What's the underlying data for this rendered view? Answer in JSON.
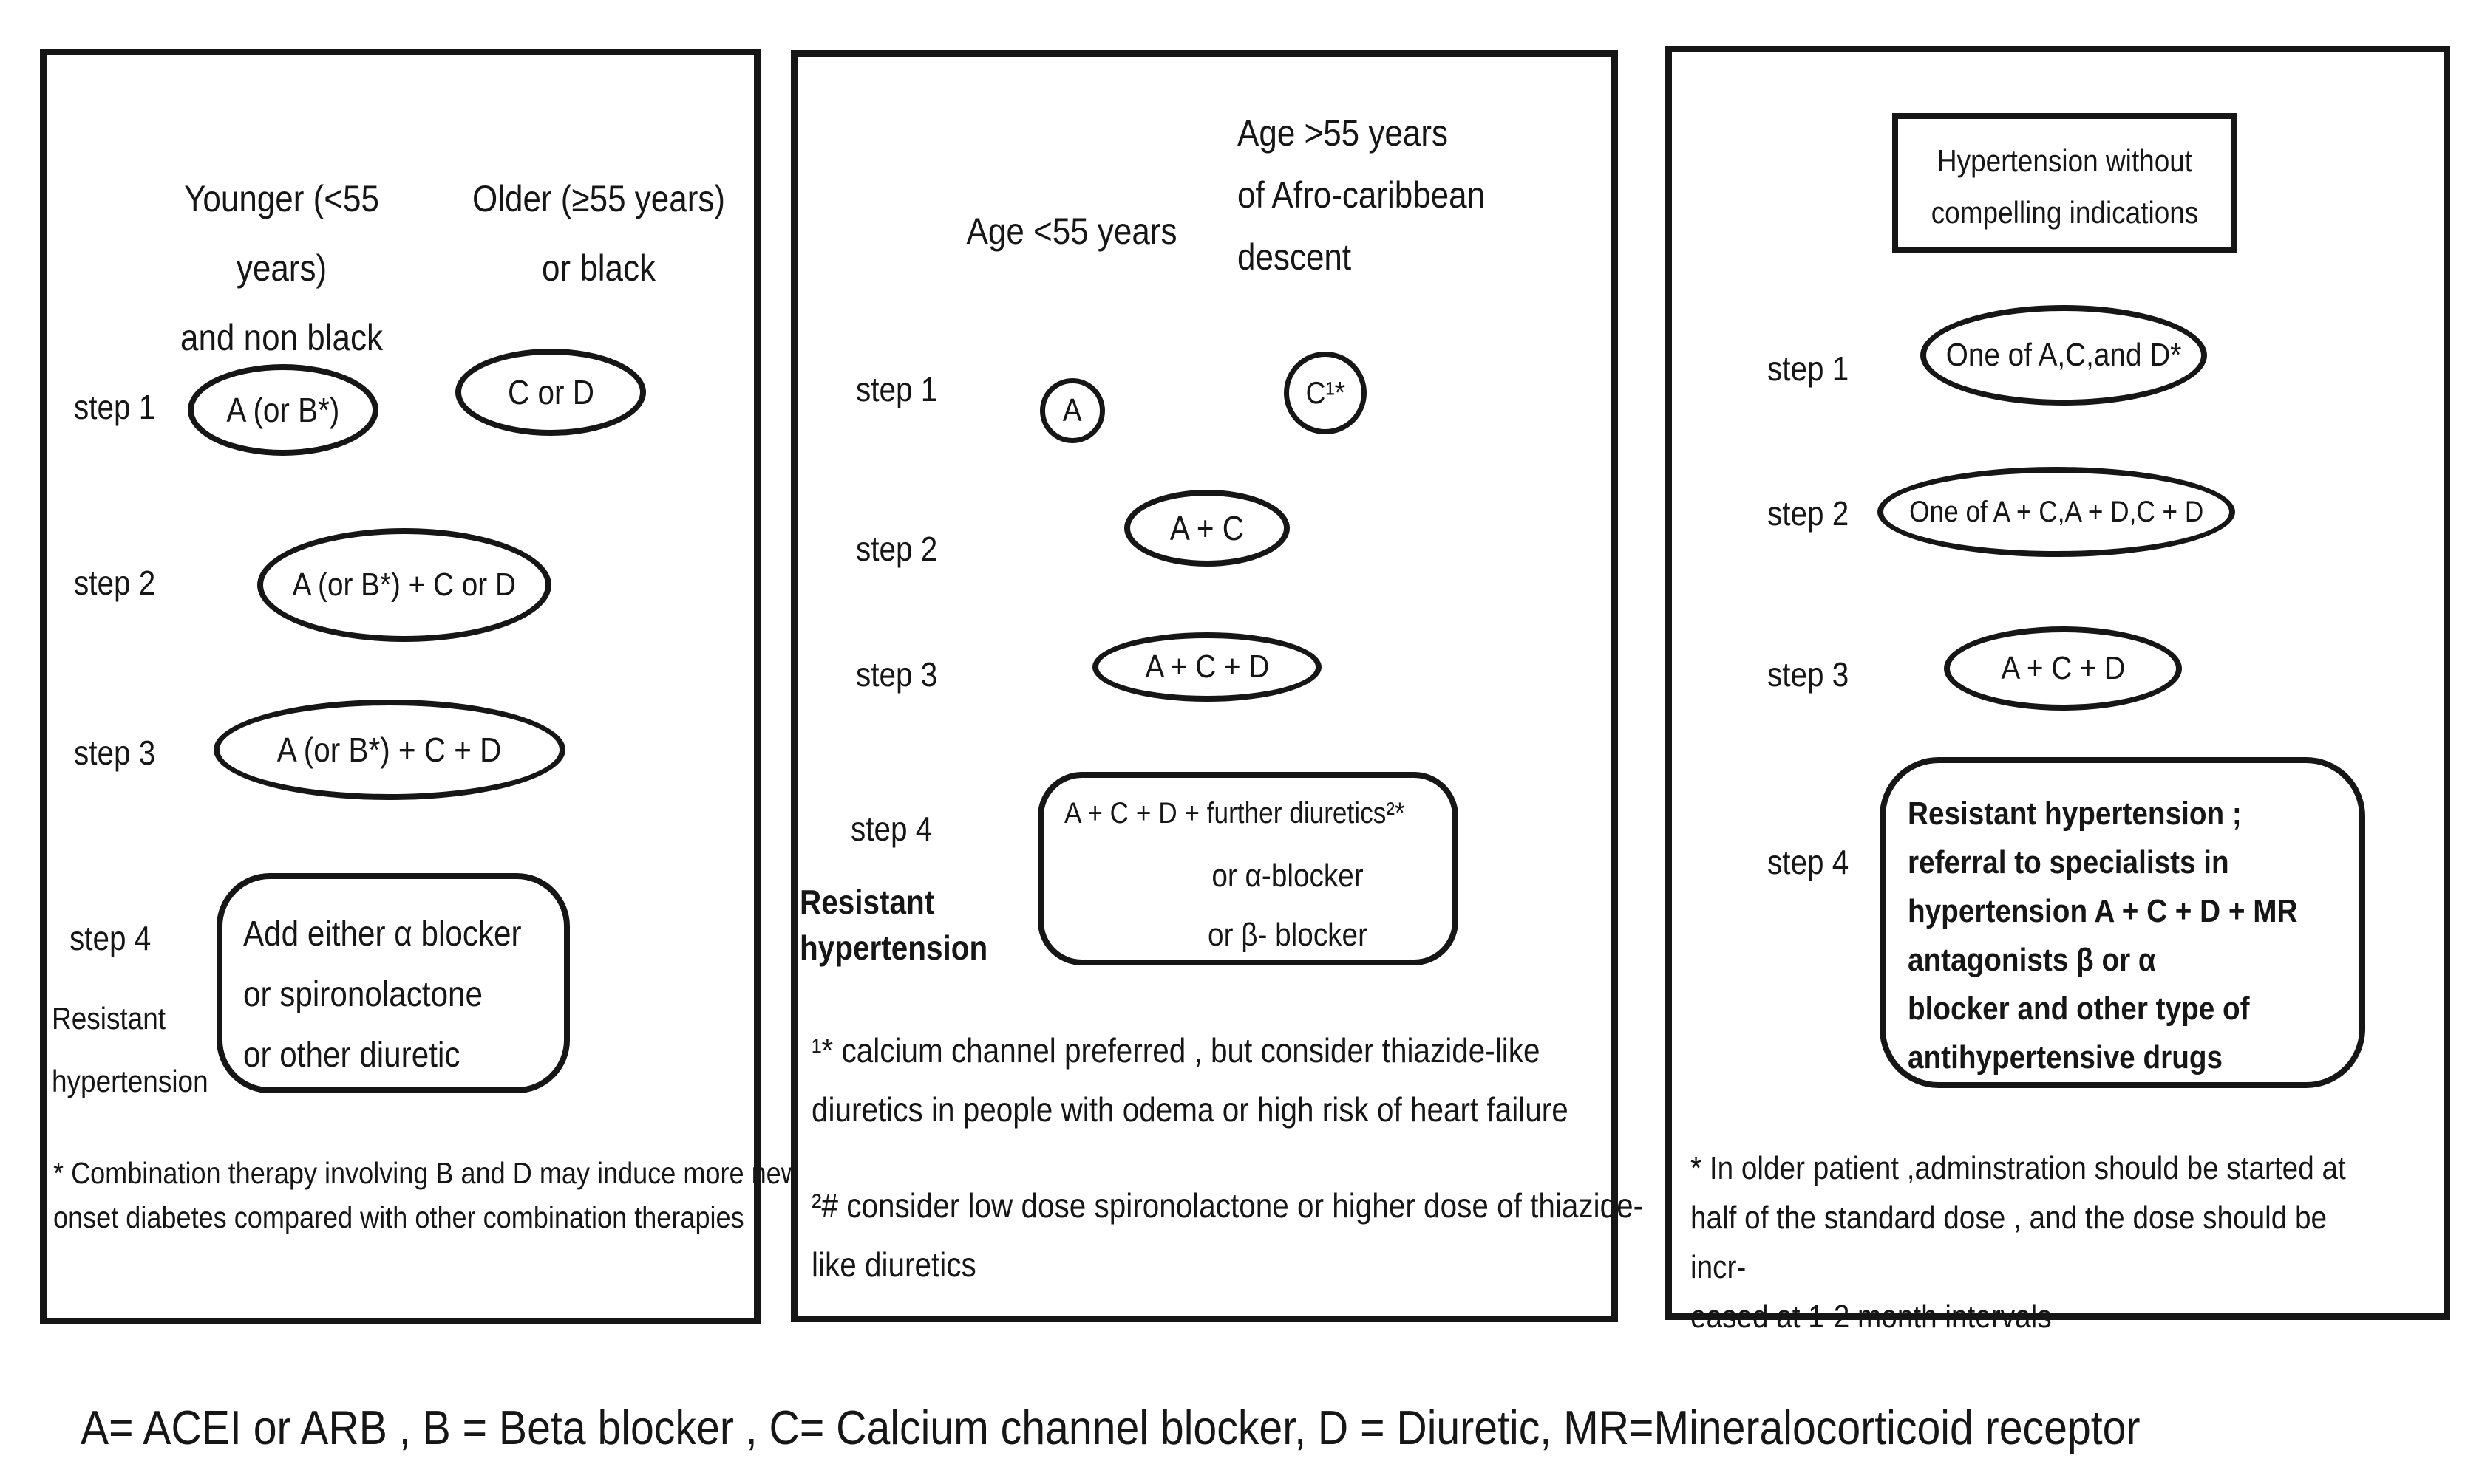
{
  "colors": {
    "ink": "#161616",
    "paper": "#ffffff"
  },
  "panel1": {
    "header_left": "Younger (<55 years)\nand non black",
    "header_right": "Older (≥55 years)\nor black",
    "steps": [
      "step 1",
      "step 2",
      "step 3",
      "step 4"
    ],
    "resistant": "Resistant\nhypertension",
    "node_s1_left": "A (or B*)",
    "node_s1_right": "C or D",
    "node_s2": "A (or B*) + C or D",
    "node_s3": "A (or B*) + C + D",
    "node_s4": "Add either α blocker\nor spironolactone\nor other diuretic",
    "footnote": "* Combination therapy involving B and D may induce more new\nonset diabetes compared with other combination therapies"
  },
  "panel2": {
    "header_left": "Age <55 years",
    "header_right": "Age >55 years\nof Afro-caribbean\ndescent",
    "steps": [
      "step 1",
      "step 2",
      "step 3",
      "step 4"
    ],
    "resistant": "Resistant\nhypertension",
    "node_s1_left": "A",
    "node_s1_right": "C¹*",
    "node_s2": "A + C",
    "node_s3": "A + C + D",
    "node_s4_line1": "A + C + D + further diuretics²*",
    "node_s4_line2": "or α-blocker",
    "node_s4_line3": "or β- blocker",
    "footnote1": "¹* calcium channel preferred , but consider thiazide-like\ndiuretics in people with odema or high risk of heart failure",
    "footnote2": "²# consider low dose spironolactone or higher dose of thiazide-\nlike diuretics"
  },
  "panel3": {
    "header_box": "Hypertension without\ncompelling indications",
    "steps": [
      "step 1",
      "step 2",
      "step 3",
      "step 4"
    ],
    "node_s1": "One of A,C,and D*",
    "node_s2": "One of A + C,A + D,C + D",
    "node_s3": "A + C + D",
    "node_s4": "Resistant hypertension ;\nreferral to specialists in\nhypertension A + C + D + MR\nantagonists β or α\nblocker and other type of\nantihypertensive drugs",
    "footnote": "* In older patient ,adminstration should be started at\nhalf of the standard dose , and the dose should be incr-\neased at 1-2 month intervals"
  },
  "legend": {
    "text": "A= ACEI or ARB , B = Beta blocker , C= Calcium channel blocker, D = Diuretic, MR=Mineralocorticoid receptor"
  }
}
